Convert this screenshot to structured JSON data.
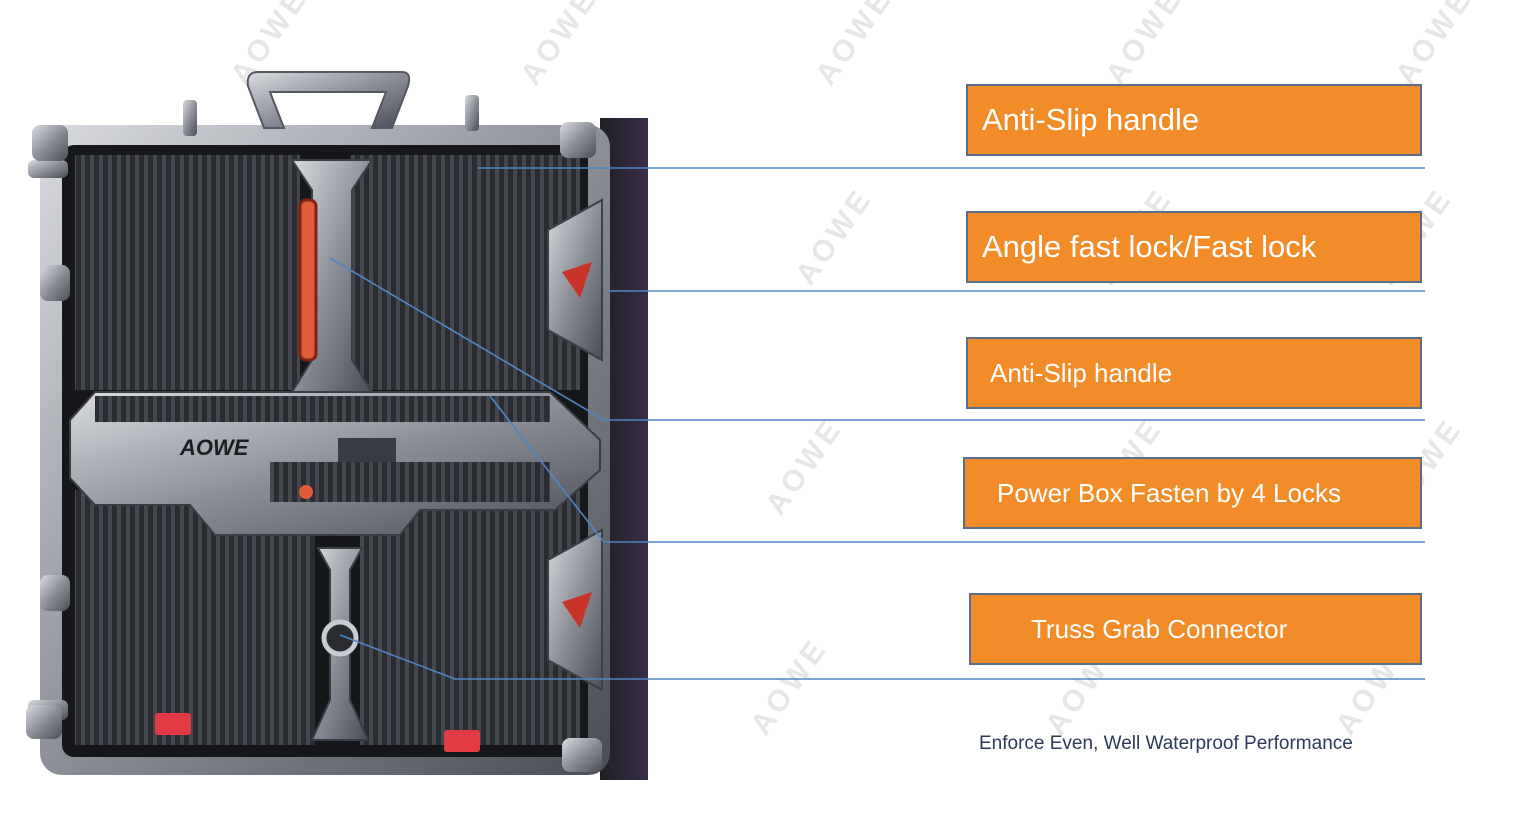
{
  "callouts": [
    {
      "label": "Anti-Slip handle"
    },
    {
      "label": "Angle fast lock/Fast lock"
    },
    {
      "label": "Anti-Slip handle"
    },
    {
      "label": "Power Box Fasten by 4 Locks"
    },
    {
      "label": "Truss Grab Connector"
    }
  ],
  "device": {
    "brand": "AOWE"
  },
  "watermark": {
    "text": "AOWE"
  },
  "footnote": "Enforce Even, Well Waterproof Performance",
  "colors": {
    "callout_fill": "#f28c28",
    "callout_border": "#5b6f8c",
    "leader_line": "#4f86c6",
    "footnote_text": "#2b3a57"
  }
}
